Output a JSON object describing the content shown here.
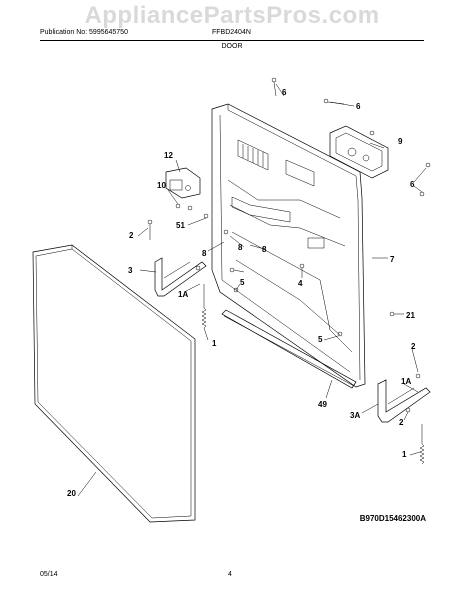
{
  "header": {
    "watermark": "AppliancePartsPros.com",
    "publication": "Publication No: 5995645750",
    "model": "FFBD2404N",
    "section": "DOOR"
  },
  "footer": {
    "diagram_id": "B970D15462300A",
    "date": "05/14",
    "page": "4"
  },
  "callouts": {
    "c6a": "6",
    "c6b": "6",
    "c6c": "6",
    "c9": "9",
    "c12": "12",
    "c10": "10",
    "c2a": "2",
    "c51": "51",
    "c8a": "8",
    "c8b": "8",
    "c8c": "8",
    "c3": "3",
    "c5a": "5",
    "c4": "4",
    "c7": "7",
    "c1Aa": "1A",
    "c1a": "1",
    "c21": "21",
    "c5b": "5",
    "c2b": "2",
    "c1Ab": "1A",
    "c49": "49",
    "c3A": "3A",
    "c2c": "2",
    "c1b": "1",
    "c20": "20"
  }
}
